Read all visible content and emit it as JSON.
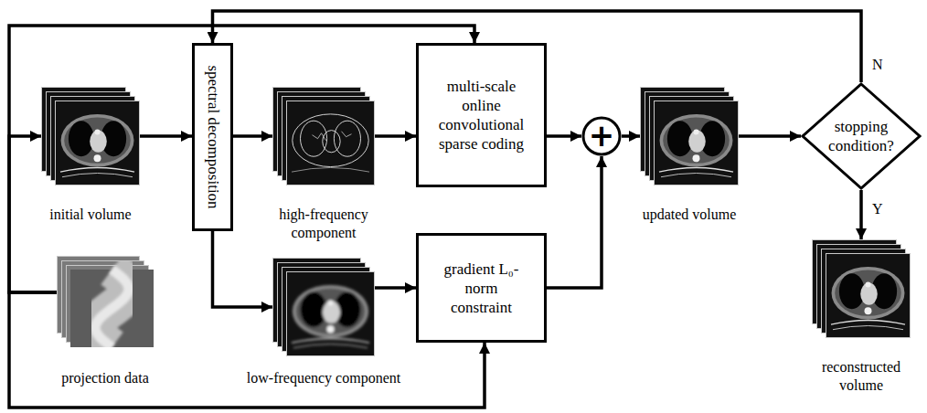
{
  "diagram": {
    "nodes": [
      {
        "text": [
          "initial volume"
        ]
      },
      {
        "text": [
          "spectral decomposition"
        ]
      },
      {
        "text": [
          "high-frequency component"
        ]
      },
      {
        "text": [
          "multi-scale online convolutional sparse coding"
        ]
      },
      {
        "text": [
          "+"
        ]
      },
      {
        "text": [
          "updated volume"
        ]
      },
      {
        "text": [
          "stopping condition?"
        ]
      },
      {
        "text": [
          "projection data"
        ]
      },
      {
        "text": [
          "low-frequency component"
        ]
      },
      {
        "text": [
          "gradient L₀-norm constraint"
        ]
      },
      {
        "text": [
          "reconstructed volume"
        ]
      }
    ],
    "edges": [
      {
        "from": 7,
        "to": 0,
        "arrow": "to"
      },
      {
        "from": 7,
        "to": 3,
        "arrow": "to"
      },
      {
        "from": 7,
        "to": 9,
        "arrow": "to"
      },
      {
        "from": 0,
        "to": 1,
        "arrow": "to"
      },
      {
        "from": 1,
        "to": 2,
        "arrow": "to"
      },
      {
        "from": 1,
        "to": 8,
        "arrow": "to"
      },
      {
        "from": 2,
        "to": 3,
        "arrow": "to"
      },
      {
        "from": 8,
        "to": 9,
        "arrow": "to"
      },
      {
        "from": 3,
        "to": 4,
        "arrow": "to"
      },
      {
        "from": 9,
        "to": 4,
        "arrow": "to"
      },
      {
        "from": 4,
        "to": 5,
        "arrow": "to"
      },
      {
        "from": 5,
        "to": 6,
        "arrow": "to"
      },
      {
        "from": 6,
        "to": 1,
        "label": "N",
        "arrow": "to"
      },
      {
        "from": 6,
        "to": 10,
        "label": "Y",
        "arrow": "to"
      }
    ]
  }
}
